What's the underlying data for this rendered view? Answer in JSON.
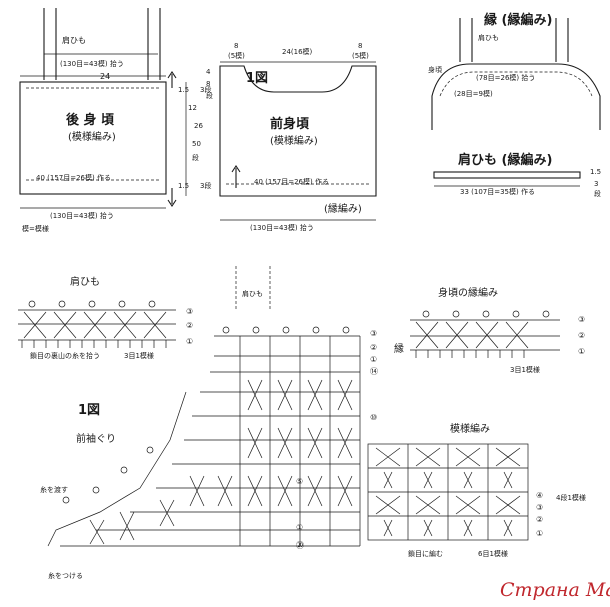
{
  "back_body": {
    "title": "後 身 頃",
    "subtitle": "(模様編み)",
    "top_note": "(130目=43模) 拾う",
    "top_width": "24",
    "bottom_note": "40 (157目=26模) 作る",
    "foot_note": "(130目=43模) 拾う",
    "legend": "模=模様",
    "strap": "肩ひも",
    "h_top": "1.5",
    "h_top_rows": "3段",
    "h_mid": "12",
    "h_total": "26",
    "h_lower": "50",
    "h_lower2": "段",
    "h_bottom": "1.5",
    "h_bottom_rows": "3段"
  },
  "front_body": {
    "figure_label": "1図",
    "title": "前身頃",
    "subtitle": "(模様編み)",
    "top_left": "8",
    "top_left_sub": "(5模)",
    "top_mid": "24(16模)",
    "top_right": "8",
    "top_right_sub": "(5模)",
    "side_a": "4",
    "side_b": "8",
    "side_c": "段",
    "bottom_note": "40 (157目=26模) 作る",
    "edging": "(縁編み)",
    "foot_note": "(130目=43模) 拾う"
  },
  "edge_detail": {
    "title": "縁 (縁編み)",
    "strap": "肩ひも",
    "body_label": "身頃",
    "inner_note": "(78目=26模) 拾う",
    "lower_note": "(28目=9模)"
  },
  "strap_detail": {
    "title": "肩ひも (縁編み)",
    "note": "33 (107目=35模) 作る",
    "h1": "1.5",
    "h2": "3",
    "h3": "段"
  },
  "strap_chart": {
    "title": "肩ひも",
    "rows": [
      "③",
      "②",
      "①"
    ],
    "foot": "鎖目の裏山の糸を拾う",
    "repeat": "3目1模様"
  },
  "front_chart": {
    "label": "肩ひも",
    "figure": "1図",
    "caption": "前袖ぐり",
    "edge_rows": [
      "③",
      "②",
      "①"
    ],
    "edge_label": "縁",
    "row_14": "⑭",
    "row_10": "⑩",
    "row_5": "⑤",
    "row_1": "①",
    "row_20": "⑳",
    "note_cut": "糸を渡す",
    "note_join": "糸をつける"
  },
  "body_edge_chart": {
    "title": "身頃の縁編み",
    "rows": [
      "③",
      "②",
      "①"
    ],
    "repeat": "3目1模様"
  },
  "pattern_chart": {
    "title": "模様編み",
    "row_4": "④",
    "row_3": "③",
    "row_2": "②",
    "row_1": "①",
    "side_label": "4段1模様",
    "foot_left": "鎖目に編む",
    "foot_right": "6目1模様"
  },
  "watermark": "Страна Мам"
}
